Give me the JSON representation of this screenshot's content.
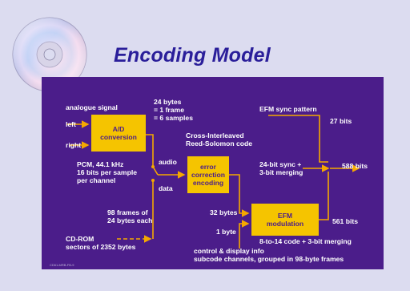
{
  "slide": {
    "title": "Encoding Model",
    "colors": {
      "background": "#dcdcf0",
      "panel": "#4b1d8a",
      "box": "#f5c400",
      "arrow": "#f5a800",
      "title": "#2a1e9a"
    },
    "logo": "compact-disc-icon",
    "footnote": "CD61-MRB-FB-9"
  },
  "diagram": {
    "inputs": {
      "analogue": "analogue signal",
      "left": "left",
      "right": "right",
      "pcm": [
        "PCM, 44.1 kHz",
        "16 bits per sample",
        "per channel"
      ],
      "cdrom": [
        "CD-ROM",
        "sectors of 2352 bytes"
      ]
    },
    "frame_note": [
      "24 bytes",
      "= 1 frame",
      "= 6 samples"
    ],
    "switch": {
      "audio": "audio",
      "data": "data"
    },
    "frames_note": [
      "98 frames of",
      "24 bytes each"
    ],
    "blocks": {
      "ad": [
        "A/D",
        "conversion"
      ],
      "ecc": [
        "error",
        "correction",
        "encoding"
      ],
      "efm": [
        "EFM",
        "modulation"
      ]
    },
    "circ": [
      "Cross-Interleaved",
      "Reed-Solomon code"
    ],
    "sync_pattern": "EFM sync pattern",
    "bits_27": "27 bits",
    "sync_merging": [
      "24-bit sync +",
      "3-bit merging"
    ],
    "bits_588": "588 bits",
    "bits_561": "561 bits",
    "bytes_32": "32 bytes",
    "byte_1": "1 byte",
    "code_note": "8-to-14 code + 3-bit merging",
    "control": [
      "control & display info",
      "subcode channels, grouped in 98-byte frames"
    ]
  }
}
